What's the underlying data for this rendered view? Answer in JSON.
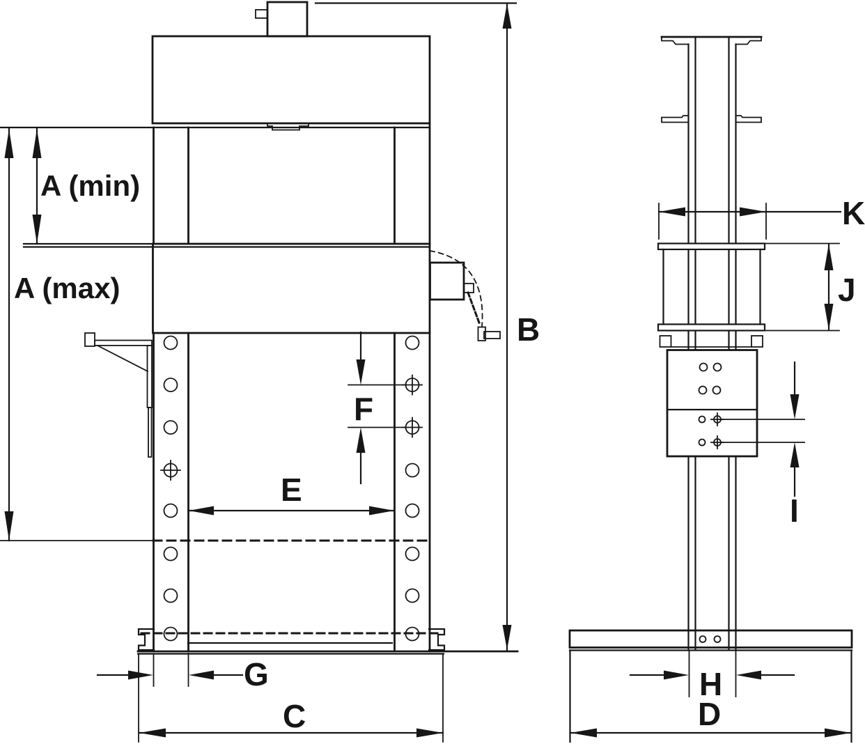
{
  "diagram": {
    "type": "technical-dimension-drawing",
    "subject": "hydraulic shop press, front and side elevation views",
    "background_color": "#ffffff",
    "line_color": "#161616",
    "views": [
      {
        "name": "front-view"
      },
      {
        "name": "side-view"
      }
    ],
    "dimension_labels": {
      "a_min": "A (min)",
      "a_max": "A (max)",
      "b": "B",
      "c": "C",
      "d": "D",
      "e": "E",
      "f": "F",
      "g": "G",
      "h": "H",
      "i": "I",
      "j": "J",
      "k": "K"
    }
  }
}
